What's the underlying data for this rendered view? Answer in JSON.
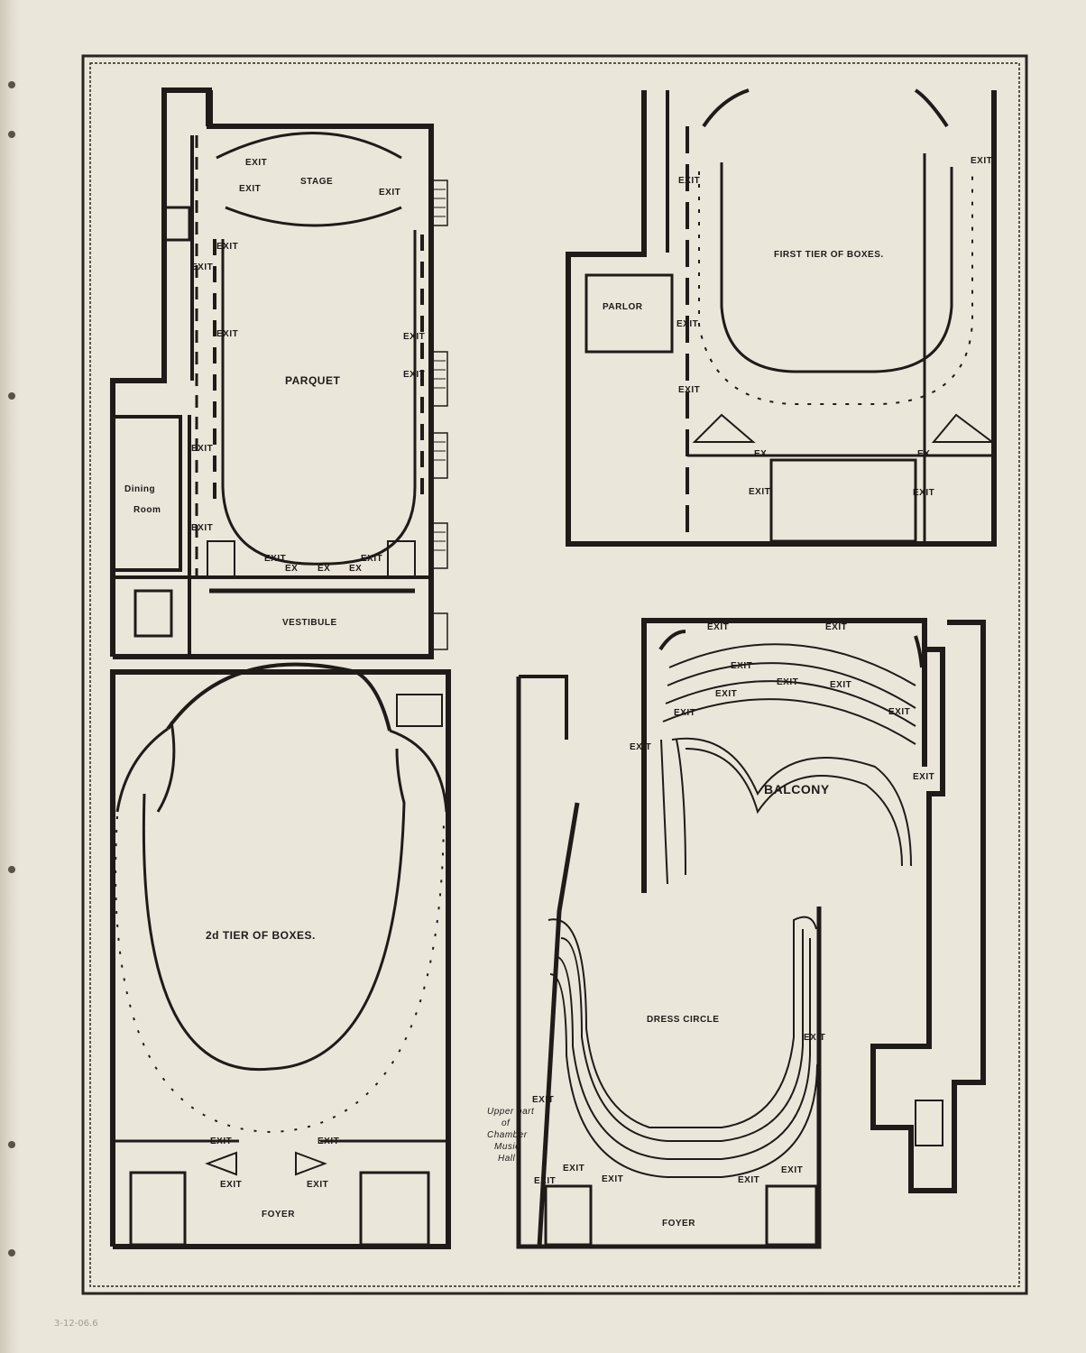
{
  "plans": {
    "parquet": {
      "stage": "STAGE",
      "parquet": "PARQUET",
      "dining": [
        "Dining",
        "Room"
      ],
      "vestibule": "VESTIBULE",
      "exit": "EXIT",
      "ex": "EX"
    },
    "first_tier": {
      "title": "FIRST TIER OF BOXES.",
      "parlor": "PARLOR",
      "exit": "EXIT",
      "ex": "EX"
    },
    "second_tier": {
      "title": "2d TIER OF BOXES.",
      "foyer": "FOYER",
      "exit": "EXIT"
    },
    "balcony": {
      "balcony": "BALCONY",
      "dress_circle": "DRESS CIRCLE",
      "foyer": "FOYER",
      "chamber": [
        "Upper part",
        "of",
        "Chamber",
        "Music",
        "Hall"
      ],
      "exit": "EXIT"
    }
  },
  "pencil_note": "3-12-06.6"
}
